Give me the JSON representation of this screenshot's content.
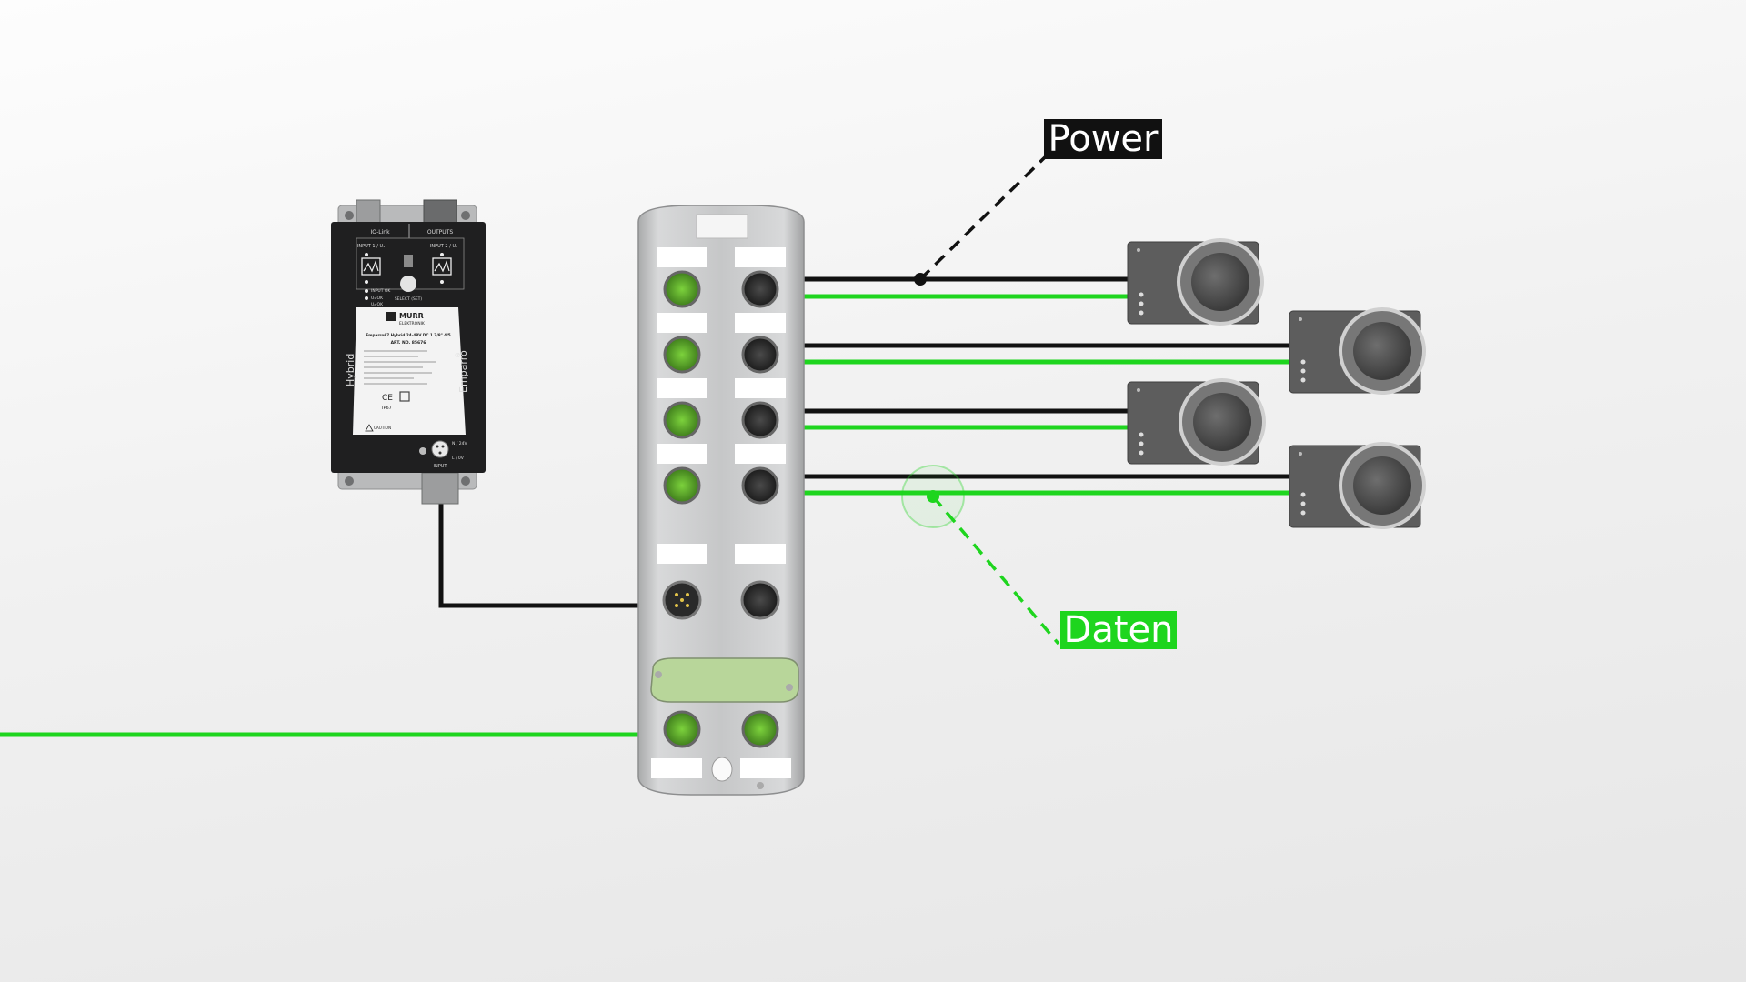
{
  "labels": {
    "power": "Power",
    "data": "Daten"
  },
  "power_supply": {
    "top_tabs": [
      "IO-Link",
      "OUTPUTS"
    ],
    "inputs": [
      "INPUT 1 / U₁",
      "INPUT 2 / U₂"
    ],
    "status_lines": [
      "INPUT OK",
      "U₁ OK",
      "U₂ OK"
    ],
    "button_label": "SELECT\n(SET)",
    "brand": "MURR",
    "brand_sub": "ELEKTRONIK",
    "model": "Emparro67 Hybrid 24-48V DC 1 7/8\" 4/5",
    "art_no": "ART. NO. 85676",
    "side_left": "Hybrid",
    "side_right": "Emparro",
    "side_right_mark": "®",
    "ce_mark": "CE",
    "ip_rating": "IP67",
    "caution": "CAUTION",
    "pin_labels": [
      "N / 24V",
      "L / 0V"
    ],
    "input_label": "INPUT"
  },
  "colors": {
    "data_green": "#1ed51e",
    "power_black": "#111111",
    "device_gray": "#5a5a5a",
    "module_silver": "#c9cacb"
  }
}
